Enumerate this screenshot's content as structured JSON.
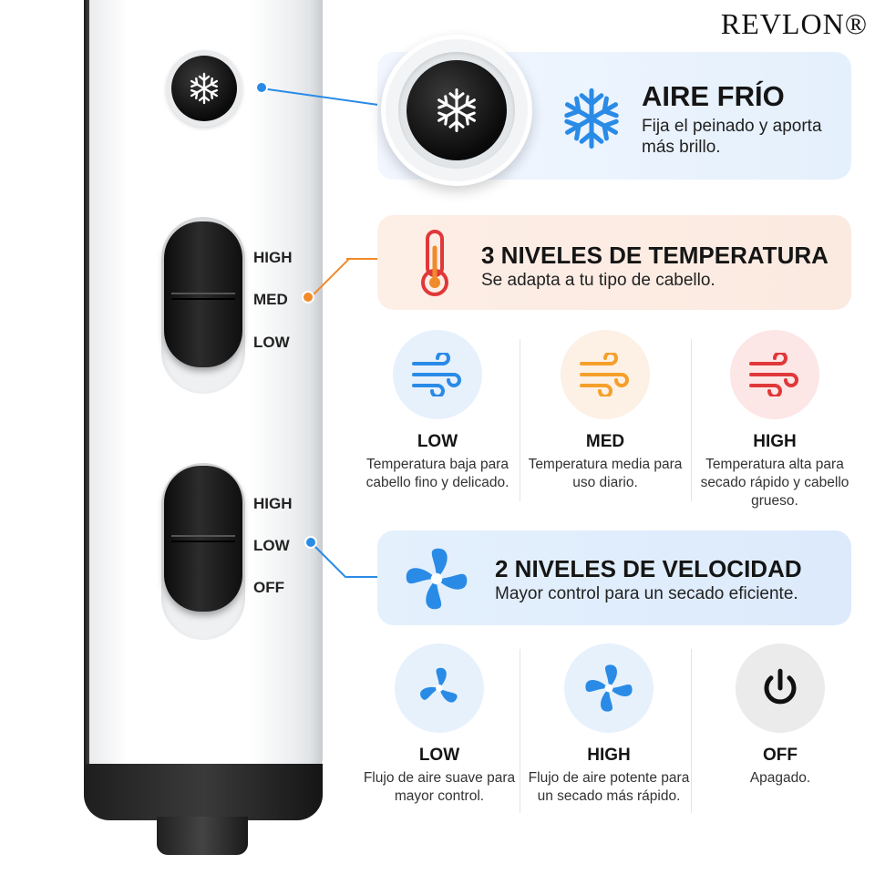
{
  "brand": "REVLON®",
  "colors": {
    "blue": "#2a8be6",
    "orange": "#f08a2a",
    "red": "#e0383a",
    "dark": "#111111"
  },
  "switch_temp": {
    "labels": [
      "HIGH",
      "MED",
      "LOW"
    ]
  },
  "switch_speed": {
    "labels": [
      "HIGH",
      "LOW",
      "OFF"
    ]
  },
  "cool": {
    "title": "AIRE FRÍO",
    "desc": "Fija el peinado y aporta más brillo.",
    "icon": "snowflake-icon"
  },
  "temperature": {
    "title": "3 NIVELES DE TEMPERATURA",
    "desc": "Se adapta a tu tipo de cabello.",
    "icon": "thermometer-icon",
    "options": [
      {
        "name": "LOW",
        "text": "Temperatura baja para cabello fino y delicado.",
        "icon": "wind-icon"
      },
      {
        "name": "MED",
        "text": "Temperatura media para uso diario.",
        "icon": "wind-icon"
      },
      {
        "name": "HIGH",
        "text": "Temperatura alta para secado rápido y cabello grueso.",
        "icon": "wind-icon"
      }
    ]
  },
  "speed": {
    "title": "2 NIVELES DE VELOCIDAD",
    "desc": "Mayor control para un secado eficiente.",
    "icon": "fan-icon",
    "options": [
      {
        "name": "LOW",
        "text": "Flujo de aire suave para mayor control.",
        "icon": "fan-icon"
      },
      {
        "name": "HIGH",
        "text": "Flujo de aire potente para un secado más rápido.",
        "icon": "fan-icon"
      },
      {
        "name": "OFF",
        "text": "Apagado.",
        "icon": "power-icon"
      }
    ]
  }
}
